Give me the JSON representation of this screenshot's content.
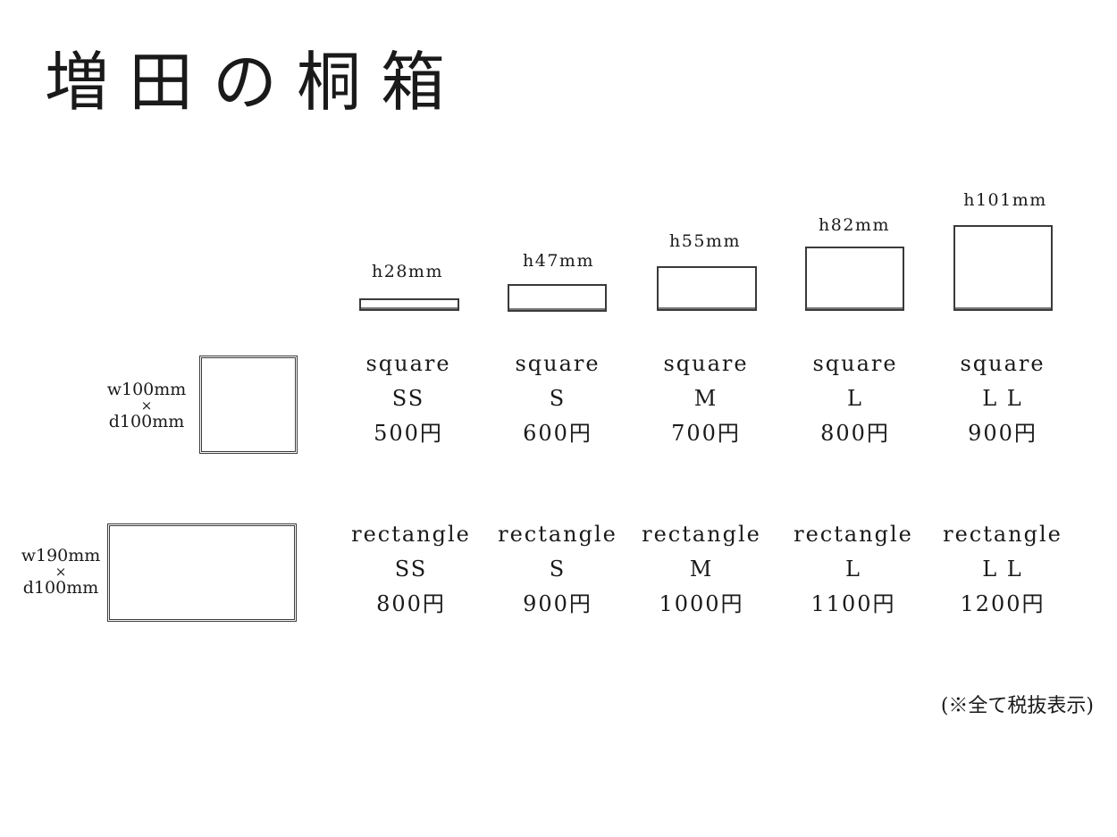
{
  "title": "増田の桐箱",
  "heights": [
    "h28mm",
    "h47mm",
    "h55mm",
    "h82mm",
    "h101mm"
  ],
  "square": {
    "dim_w": "w100mm",
    "dim_x": "×",
    "dim_d": "d100mm",
    "items": [
      {
        "type": "square",
        "size": "SS",
        "price": "500円"
      },
      {
        "type": "square",
        "size": "S",
        "price": "600円"
      },
      {
        "type": "square",
        "size": "M",
        "price": "700円"
      },
      {
        "type": "square",
        "size": "L",
        "price": "800円"
      },
      {
        "type": "square",
        "size": "L L",
        "price": "900円"
      }
    ]
  },
  "rectangle": {
    "dim_w": "w190mm",
    "dim_x": "×",
    "dim_d": "d100mm",
    "items": [
      {
        "type": "rectangle",
        "size": "SS",
        "price": "800円"
      },
      {
        "type": "rectangle",
        "size": "S",
        "price": "900円"
      },
      {
        "type": "rectangle",
        "size": "M",
        "price": "1000円"
      },
      {
        "type": "rectangle",
        "size": "L",
        "price": "1100円"
      },
      {
        "type": "rectangle",
        "size": "L L",
        "price": "1200円"
      }
    ]
  },
  "note": "(※全て税抜表示)"
}
